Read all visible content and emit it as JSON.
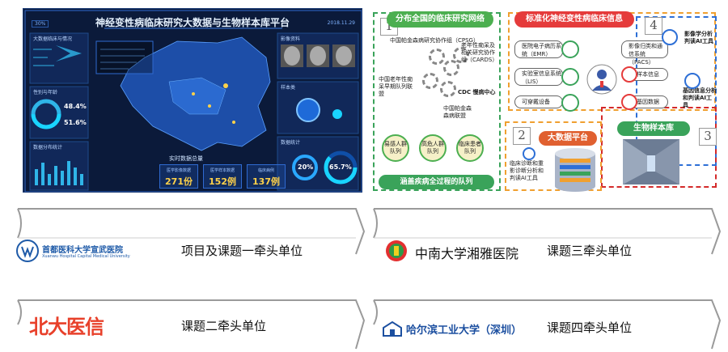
{
  "dashboard": {
    "title": "神经变性病临床研究大数据与生物样本库平台",
    "date": "2018.11.29",
    "pct_tag": "30%",
    "panel_titles": {
      "p1": "大数据临床与情况",
      "p2": "性别与年龄",
      "p3": "数据分布统计",
      "p4": "影像资料",
      "p5": "样本类",
      "p6": "数据统计"
    },
    "donut_values": [
      "48.4%",
      "51.6%"
    ],
    "stats_title": "实时数据总量",
    "stats": [
      {
        "label": "医学影像数据",
        "value": "271份"
      },
      {
        "label": "医学样本数据",
        "value": "152例"
      },
      {
        "label": "临床病例",
        "value": "137例"
      }
    ],
    "gauge_a": "20%",
    "gauge_b": "65.7%"
  },
  "diagram": {
    "tag1": "1",
    "tag2": "2",
    "tag3": "3",
    "tag4": "4",
    "green_heading": "分布全国的临床研究网络",
    "network_groups": [
      "中国帕金森病研究协作组（CPSG）",
      "老年性痴呆及相关研究协作组（CARDS）",
      "中国老年性痴呆早期队列联盟",
      "CDC 慢病中心",
      "中国帕金森森病联盟"
    ],
    "cohorts": [
      "易感人群队列",
      "高危人群队列",
      "临床患者队列"
    ],
    "cohort_bar": "涵盖疾病全过程的队列",
    "orange_heading": "标准化神经变性病临床信息",
    "info_items": [
      "医院电子病历系统（EMR）",
      "实验室信息系统（LIS）",
      "可穿戴设备",
      "影像归类和通信系统（PACS）"
    ],
    "sample_items": [
      "样本信息",
      "基因数据"
    ],
    "bigdata_label": "大数据平台",
    "bigdata_note": "临床诊断和重影诊断分析和判读AI工具",
    "imaging_ai": "影像学分析判读AI工具",
    "gene_ai": "基因信息分析和判读AI工具",
    "biosample_label": "生物样本库"
  },
  "units": [
    {
      "org": "首都医科大学宣武医院",
      "org_en": "Xuanwu Hospital Capital Medical University",
      "role": "项目及课题一牵头单位"
    },
    {
      "org": "中南大学湘雅医院",
      "role": "课题三牵头单位"
    },
    {
      "org": "北大医信",
      "role": "课题二牵头单位"
    },
    {
      "org": "哈尔滨工业大学（深圳）",
      "role": "课题四牵头单位"
    }
  ],
  "colors": {
    "green": "#3aa35a",
    "orange": "#f0a030",
    "red": "#d42a2a",
    "blue": "#2d6fd6",
    "pku_red": "#e8402a"
  }
}
